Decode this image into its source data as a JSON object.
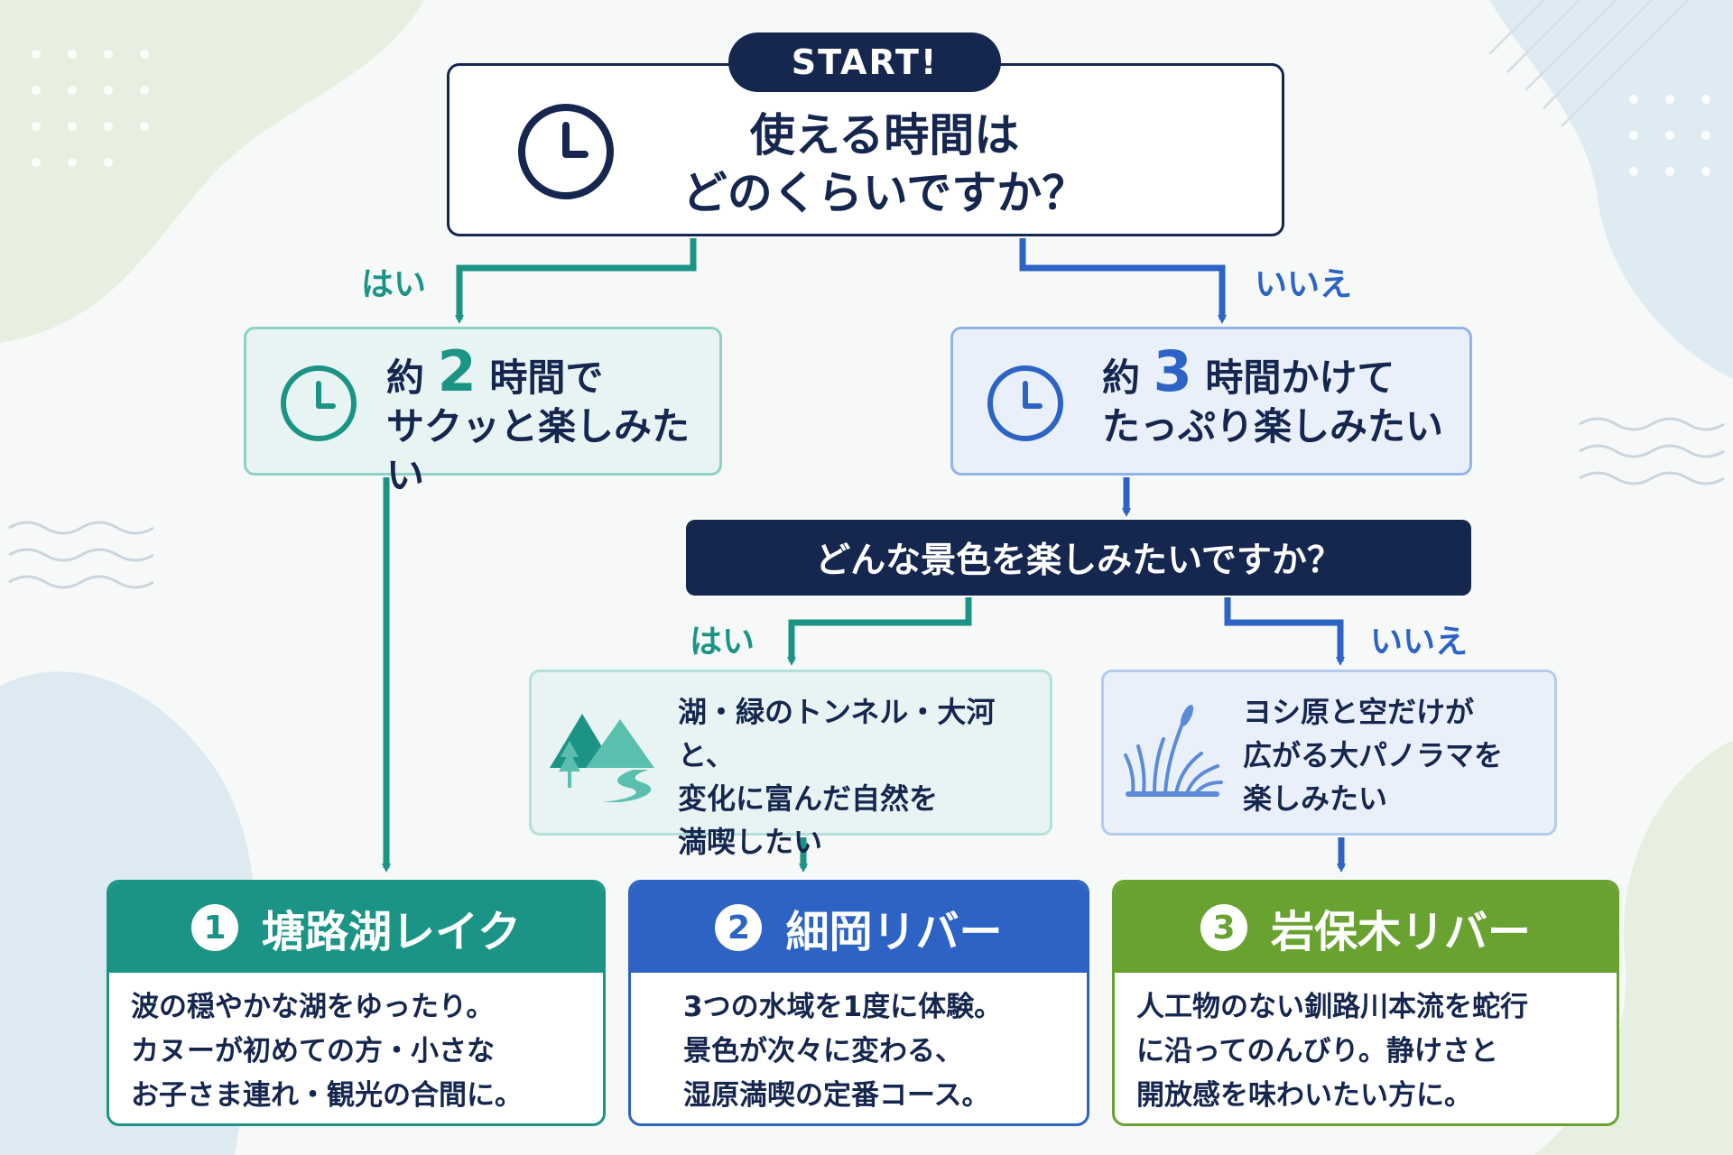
{
  "colors": {
    "navy": "#16274f",
    "teal": "#1b9486",
    "blue": "#2c63c4",
    "green": "#6aa232"
  },
  "start": {
    "badge": "START!",
    "question_line1": "使える時間は",
    "question_line2": "どのくらいですか？",
    "icon": "clock-icon"
  },
  "branch1": {
    "yes_label": "はい",
    "no_label": "いいえ"
  },
  "option_2h": {
    "prefix": "約",
    "number": "2",
    "suffix": "時間で",
    "line2": "サクッと楽しみたい",
    "icon": "clock-icon"
  },
  "option_3h": {
    "prefix": "約",
    "number": "3",
    "suffix": "時間かけて",
    "line2": "たっぷり楽しみたい",
    "icon": "clock-icon"
  },
  "question2": {
    "text": "どんな景色を楽しみたいですか？",
    "yes_label": "はい",
    "no_label": "いいえ"
  },
  "option_nature": {
    "line1": "湖・緑のトンネル・大河と、",
    "line2": "変化に富んだ自然を",
    "line3": "満喫したい",
    "icon": "mountain-river-icon"
  },
  "option_panorama": {
    "line1": "ヨシ原と空だけが",
    "line2": "広がる大パノラマを",
    "line3": "楽しみたい",
    "icon": "reed-grass-icon"
  },
  "results": [
    {
      "num": "1",
      "title": "塘路湖レイク",
      "lines": [
        "波の穏やかな湖をゆったり。",
        "カヌーが初めての方・小さな",
        "お子さま連れ・観光の合間に。"
      ]
    },
    {
      "num": "2",
      "title": "細岡リバー",
      "lines": [
        "3つの水域を1度に体験。",
        "景色が次々に変わる、",
        "湿原満喫の定番コース。"
      ]
    },
    {
      "num": "3",
      "title": "岩保木リバー",
      "lines": [
        "人工物のない釧路川本流を蛇行",
        "に沿ってのんびり。静けさと",
        "開放感を味わいたい方に。"
      ]
    }
  ]
}
